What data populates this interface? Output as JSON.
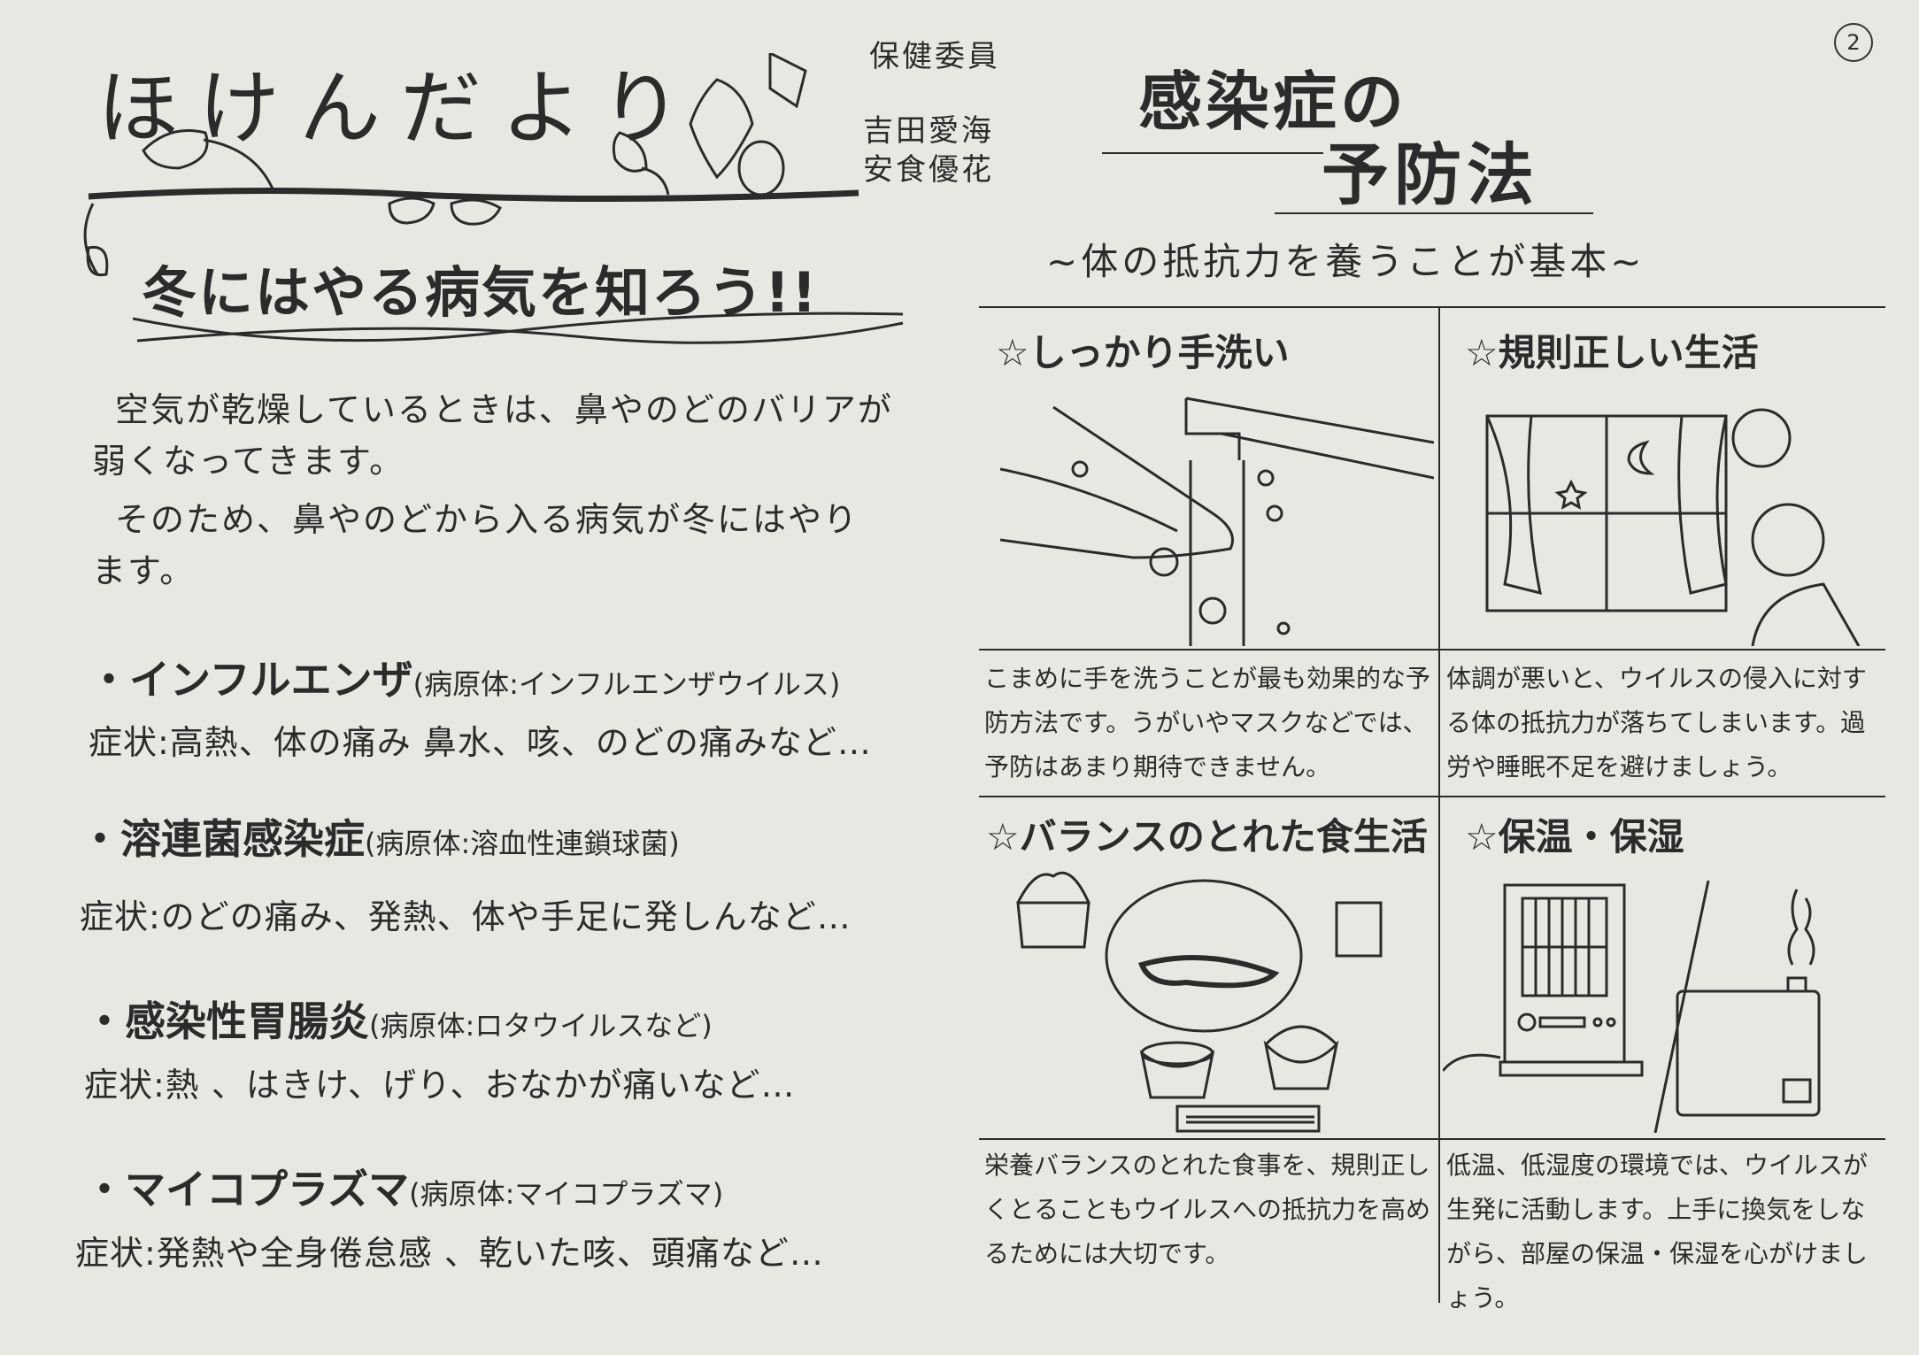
{
  "header": {
    "title": "ほけんだより",
    "committee_label": "保健委員",
    "authors": [
      "吉田愛海",
      "安食優花"
    ],
    "page_number": "2"
  },
  "left": {
    "headline": "冬にはやる病気を知ろう!!",
    "intro_lines": [
      "空気が乾燥しているときは、鼻やのどのバリアが",
      "弱くなってきます。",
      "そのため、鼻やのどから入る病気が冬にはやり",
      "ます。"
    ],
    "diseases": [
      {
        "name": "・インフルエンザ",
        "pathogen": "(病原体:インフルエンザウイルス)",
        "symptoms": "症状:高熱、体の痛み 鼻水、咳、のどの痛みなど…"
      },
      {
        "name": "・溶連菌感染症",
        "pathogen": "(病原体:溶血性連鎖球菌)",
        "symptoms": "症状:のどの痛み、発熱、体や手足に発しんなど…"
      },
      {
        "name": "・感染性胃腸炎",
        "pathogen": "(病原体:ロタウイルスなど)",
        "symptoms": "症状:熱 、はきけ、げり、おなかが痛いなど…"
      },
      {
        "name": "・マイコプラズマ",
        "pathogen": "(病原体:マイコプラズマ)",
        "symptoms": "症状:発熱や全身倦怠感 、乾いた咳、頭痛など…"
      }
    ]
  },
  "right": {
    "title_line1": "感染症の",
    "title_line2": "予防法",
    "subtitle": "~体の抵抗力を養うことが基本~",
    "sections": [
      {
        "heading": "☆しっかり手洗い",
        "text": "こまめに手を洗うことが最も効果的な予防方法です。うがいやマスクなどでは、予防はあまり期待できません。"
      },
      {
        "heading": "☆規則正しい生活",
        "text": "体調が悪いと、ウイルスの侵入に対する体の抵抗力が落ちてしまいます。過労や睡眠不足を避けましょう。"
      },
      {
        "heading": "☆バランスのとれた食生活",
        "text": "栄養バランスのとれた食事を、規則正しくとることもウイルスへの抵抗力を高めるためには大切です。"
      },
      {
        "heading": "☆保温・保湿",
        "text": "低温、低湿度の環境では、ウイルスが生発に活動します。上手に換気をしながら、部屋の保温・保湿を心がけましょう。"
      }
    ]
  }
}
